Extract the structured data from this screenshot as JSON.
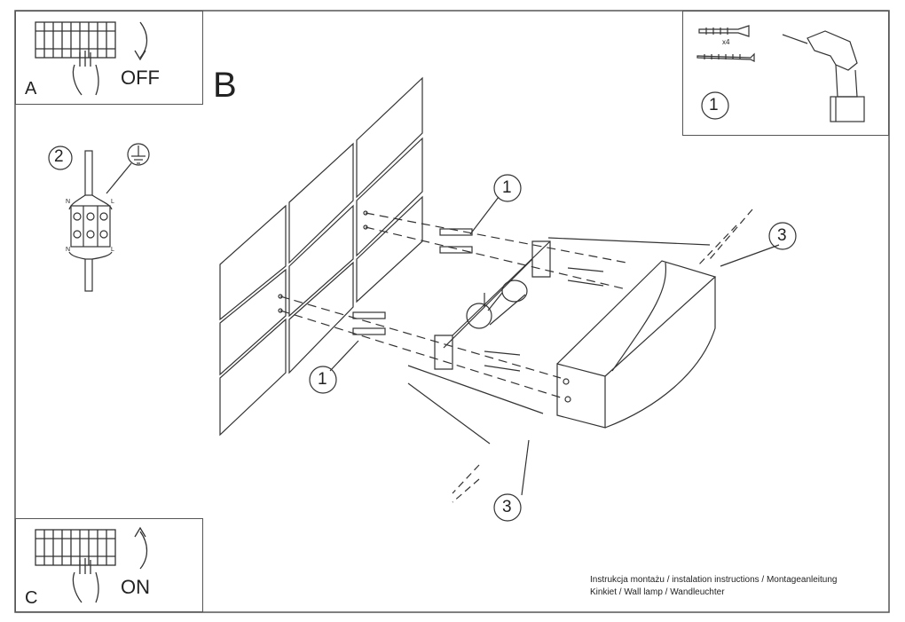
{
  "panel_a": {
    "letter": "A",
    "state": "OFF"
  },
  "panel_c": {
    "letter": "C",
    "state": "ON"
  },
  "section_b": {
    "letter": "B"
  },
  "tools": {
    "step": "1",
    "quantity": "x4"
  },
  "wiring": {
    "step": "2",
    "terminal_top_left": "N",
    "terminal_top_right": "L",
    "terminal_bottom_left": "N",
    "terminal_bottom_right": "L"
  },
  "callouts": {
    "wall_plugs": "1",
    "screws_top": "3",
    "screws_bottom": "3",
    "wall_plugs_left": "1"
  },
  "footer": {
    "line1": "Instrukcja montażu / instalation instructions / Montageanleitung",
    "line2": "Kinkiet / Wall lamp / Wandleuchter"
  },
  "icons": [
    "switch-off-icon",
    "switch-on-icon",
    "wall-plug-icon",
    "screw-icon",
    "drill-icon",
    "ground-icon",
    "terminal-block-icon"
  ]
}
